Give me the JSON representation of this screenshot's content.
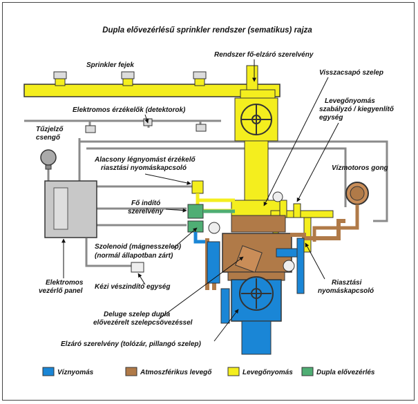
{
  "title": "Dupla elővezérlésű sprinkler rendszer (sematikus) rajza",
  "labels": {
    "sprinkler_heads": "Sprinkler fejek",
    "main_valve": "Rendszer fő-elzáró szerelvény",
    "check_valve": "Visszacsapó szelep",
    "air_regulator_line1": "Levegőnyomás",
    "air_regulator_line2": "szabályzó / kiegyenlítő",
    "air_regulator_line3": "egység",
    "detectors": "Elektromos érzékelők (detektorok)",
    "fire_bell_line1": "Tűzjelző",
    "fire_bell_line2": "csengő",
    "low_air_line1": "Alacsony légnyomást érzékelő",
    "low_air_line2": "riasztási nyomáskapcsoló",
    "water_gong": "Vízmotoros gong",
    "main_trigger_line1": "Fő indító",
    "main_trigger_line2": "szerelvény",
    "solenoid_line1": "Szolenoid (mágnesszelep)",
    "solenoid_line2": "(normál állapotban zárt)",
    "manual_release": "Kézi vészindító egység",
    "control_panel_line1": "Elektromos",
    "control_panel_line2": "vezérlő panel",
    "alarm_switch_line1": "Riasztási",
    "alarm_switch_line2": "nyomáskapcsoló",
    "deluge_line1": "Deluge szelep dupla",
    "deluge_line2": "elővezérelt szelepcsövezéssel",
    "shutoff": "Elzáró szerelvény (tolózár, pillangó szelep)"
  },
  "legend": [
    {
      "label": "Víznyomás",
      "color": "#1a86d6"
    },
    {
      "label": "Atmoszférikus levegő",
      "color": "#b07a48"
    },
    {
      "label": "Levegőnyomás",
      "color": "#f4ee1e"
    },
    {
      "label": "Dupla elővezérlés",
      "color": "#4fae74"
    }
  ],
  "colors": {
    "water": "#1a86d6",
    "atmospheric": "#b07a48",
    "air": "#f4ee1e",
    "pilot": "#4fae74",
    "panel": "#c8c8c8",
    "wire": "#8a8a8a"
  }
}
